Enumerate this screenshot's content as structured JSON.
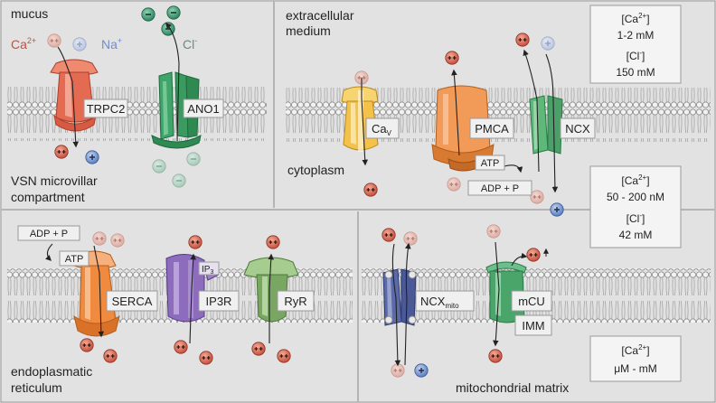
{
  "labels": {
    "mucus": "mucus",
    "extracellular_medium": [
      "extracellular",
      "medium"
    ],
    "vsn_compartment": [
      "VSN microvillar",
      "compartment"
    ],
    "cytoplasm": "cytoplasm",
    "er": [
      "endoplasmatic",
      "reticulum"
    ],
    "mito_matrix": "mitochondrial matrix",
    "imm": "IMM"
  },
  "ions": {
    "ca": "Ca",
    "ca_charge": "2+",
    "na": "Na",
    "na_charge": "+",
    "cl": "Cl",
    "cl_charge": "-"
  },
  "channels": {
    "trpc2": "TRPC2",
    "ano1": "ANO1",
    "cav": "Ca",
    "cav_sub": "V",
    "pmca": "PMCA",
    "ncx": "NCX",
    "serca": "SERCA",
    "ip3r": "IP3R",
    "ip3": "IP",
    "ip3_sub": "3",
    "ryr": "RyR",
    "ncx_mito": "NCX",
    "ncx_mito_sub": "mito",
    "mcu": "mCU"
  },
  "energy": {
    "atp_pmca": "ATP",
    "adp_pmca": "ADP + P",
    "atp_serca": "ATP",
    "adp_serca": "ADP + P"
  },
  "concentrations": {
    "extracellular": {
      "ca_label": "[Ca",
      "ca_sup": "2+",
      "ca_value": "1-2 mM",
      "cl_label": "[Cl",
      "cl_sup": "-",
      "cl_value": "150 mM"
    },
    "cytoplasm": {
      "ca_label": "[Ca",
      "ca_sup": "2+",
      "ca_value": "50 - 200 nM",
      "cl_label": "[Cl",
      "cl_sup": "-",
      "cl_value": "42 mM"
    },
    "mitochondria": {
      "ca_label": "[Ca",
      "ca_sup": "2+",
      "ca_value": "μM - mM"
    }
  },
  "colors": {
    "ca_ion": "#e07060",
    "na_ion": "#7f9fd0",
    "cl_ion": "#4aa080",
    "trpc2": "#e46a52",
    "ano1": "#3fa56a",
    "cav": "#f4c24a",
    "pmca": "#f29a58",
    "ncx": "#5fb77a",
    "serca": "#ef8a3e",
    "ip3r": "#8d6bbd",
    "ryr": "#7aa663",
    "ncx_mito": "#5b6aa8",
    "mcu": "#4aa56a",
    "membrane": "#c9c9c9",
    "background": "#e2e2e2"
  }
}
